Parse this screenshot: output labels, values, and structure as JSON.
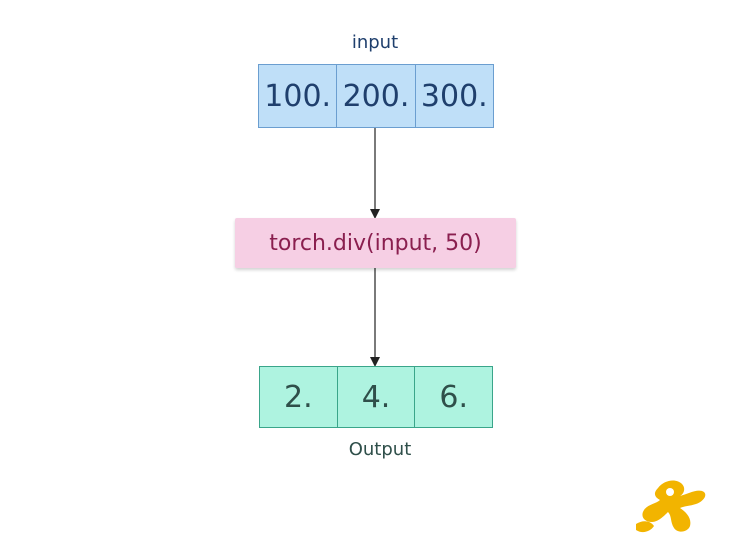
{
  "input": {
    "label": "input",
    "values": [
      "100.",
      "200.",
      "300."
    ]
  },
  "operation": {
    "code": "torch.div(input, 50)"
  },
  "output": {
    "label": "Output",
    "values": [
      "2.",
      "4.",
      "6."
    ]
  },
  "colors": {
    "input_fill": "#bfdff8",
    "input_border": "#6b9ed0",
    "op_fill": "#f6cfe4",
    "op_text": "#8a1f4f",
    "output_fill": "#aef3e0",
    "output_border": "#3aa58a",
    "arrow": "#222222",
    "logo": "#f2b400"
  },
  "icons": {
    "logo": "yellow-mascot-logo-icon"
  }
}
